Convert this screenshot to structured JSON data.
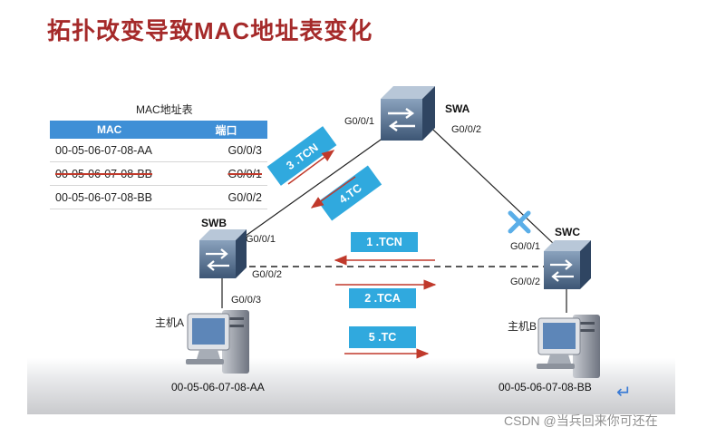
{
  "title": "拓扑改变导致MAC地址表变化",
  "mac_table": {
    "caption": "MAC地址表",
    "headers": [
      "MAC",
      "端口"
    ],
    "rows": [
      {
        "mac": "00-05-06-07-08-AA",
        "port": "G0/0/3",
        "struck": false
      },
      {
        "mac": "00-05-06-07-08-BB",
        "port": "G0/0/1",
        "struck": true
      },
      {
        "mac": "00-05-06-07-08-BB",
        "port": "G0/0/2",
        "struck": false
      }
    ]
  },
  "devices": {
    "swa": {
      "name": "SWA",
      "port_left": "G0/0/1",
      "port_right": "G0/0/2"
    },
    "swb": {
      "name": "SWB",
      "port_up": "G0/0/1",
      "port_right": "G0/0/2",
      "port_down": "G0/0/3"
    },
    "swc": {
      "name": "SWC",
      "port_up": "G0/0/1",
      "port_left": "G0/0/2"
    },
    "host_a": {
      "name": "主机A",
      "mac": "00-05-06-07-08-AA"
    },
    "host_b": {
      "name": "主机B",
      "mac": "00-05-06-07-08-BB"
    }
  },
  "messages": {
    "m1": "1 .TCN",
    "m2": "2 .TCA",
    "m3": "3 .TCN",
    "m4": "4.TC",
    "m5": "5 .TC"
  },
  "colors": {
    "title": "#a52a2a",
    "msg_box": "#30a9de",
    "arrow": "#c0392b",
    "failure_mark": "#5aaee8"
  },
  "watermark": "CSDN @当兵回来你可还在",
  "icons": [
    "switch-icon",
    "computer-icon",
    "failure-x-icon",
    "enter-icon"
  ]
}
